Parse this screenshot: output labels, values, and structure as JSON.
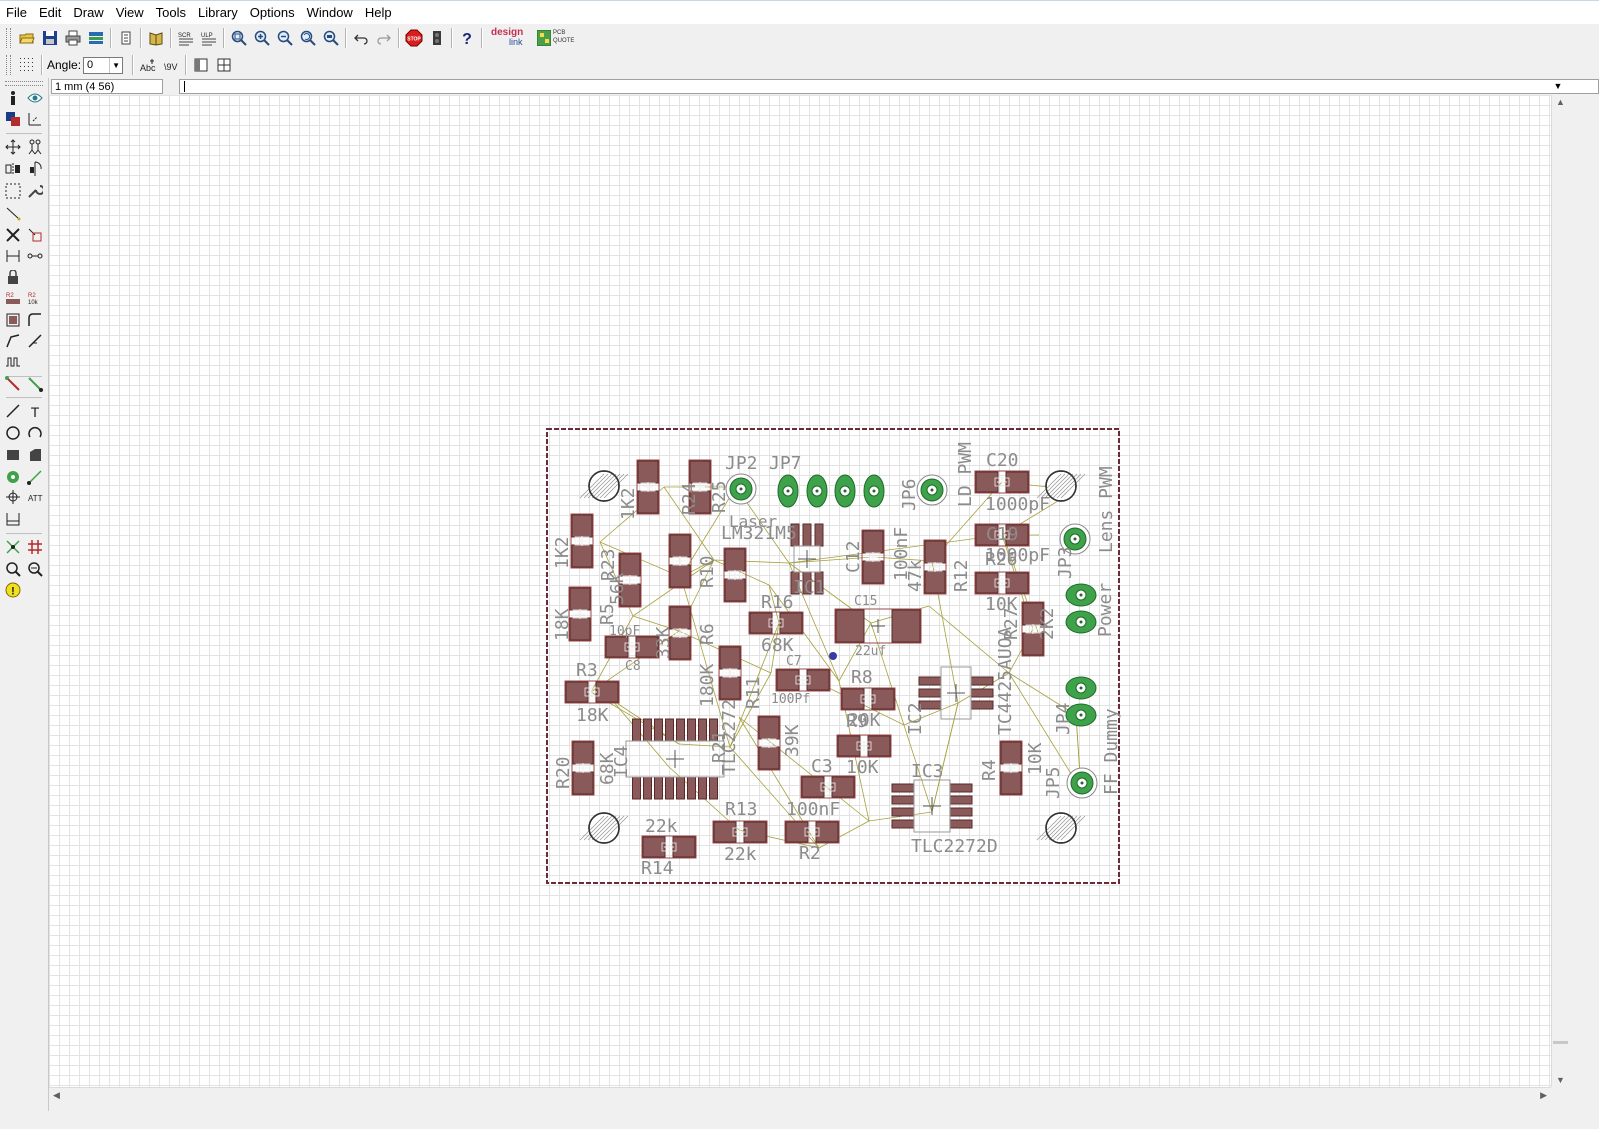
{
  "menubar": {
    "items": [
      "File",
      "Edit",
      "Draw",
      "View",
      "Tools",
      "Library",
      "Options",
      "Window",
      "Help"
    ]
  },
  "toolbar": {
    "tools": [
      "open-icon",
      "save-icon",
      "print-icon",
      "cam-icon",
      "use-icon",
      "library-icon",
      "script-icon",
      "ulp-icon",
      "zoom-fit-icon",
      "zoom-in-icon",
      "zoom-out-icon",
      "zoom-redraw-icon",
      "zoom-select-icon",
      "undo-icon",
      "redo-icon",
      "stop-icon",
      "go-icon",
      "help-icon"
    ],
    "designlink_label_top": "design",
    "designlink_label_bottom": "link",
    "pcbquote_label_top": "PCB",
    "pcbquote_label_bottom": "QUOTE"
  },
  "params_toolbar": {
    "angle_label": "Angle:",
    "angle_value": "0"
  },
  "status": {
    "coordinates": "1 mm (4 56)",
    "command": ""
  },
  "board": {
    "labels": [
      {
        "t": "JP2",
        "name": "label-jp2"
      },
      {
        "t": "JP7",
        "name": "label-jp7"
      },
      {
        "t": "JP6",
        "name": "label-jp6"
      },
      {
        "t": "LD PWM",
        "name": "label-ld-pwm"
      },
      {
        "t": "C20",
        "name": "label-c20"
      },
      {
        "t": "Lens PWM",
        "name": "label-lens-pwm"
      },
      {
        "t": "1K2",
        "name": "label-1k2-a"
      },
      {
        "t": "R23",
        "name": "label-r23"
      },
      {
        "t": "1K2",
        "name": "label-1k2-b"
      },
      {
        "t": "R25",
        "name": "label-r25"
      },
      {
        "t": "R24",
        "name": "label-r24"
      },
      {
        "t": "Laser",
        "name": "label-laser"
      },
      {
        "t": "LM321M5",
        "name": "label-lm321m5"
      },
      {
        "t": "IC1",
        "name": "label-ic1"
      },
      {
        "t": "C12",
        "name": "label-c12"
      },
      {
        "t": "100nF",
        "name": "label-100nf"
      },
      {
        "t": "47k",
        "name": "label-47k"
      },
      {
        "t": "R12",
        "name": "label-r12"
      },
      {
        "t": "1000pF",
        "name": "label-1000pf-a"
      },
      {
        "t": "C19",
        "name": "label-c19"
      },
      {
        "t": "1000pF",
        "name": "label-1000pf-b"
      },
      {
        "t": "JP3",
        "name": "label-jp3"
      },
      {
        "t": "18K",
        "name": "label-18k-a"
      },
      {
        "t": "R5",
        "name": "label-r5"
      },
      {
        "t": "56K",
        "name": "label-56k"
      },
      {
        "t": "10pF",
        "name": "label-10pf"
      },
      {
        "t": "C8",
        "name": "label-c8"
      },
      {
        "t": "33K",
        "name": "label-33k"
      },
      {
        "t": "R10",
        "name": "label-r10"
      },
      {
        "t": "R6",
        "name": "label-r6"
      },
      {
        "t": "R16",
        "name": "label-r16"
      },
      {
        "t": "68K",
        "name": "label-68k-a"
      },
      {
        "t": "C15",
        "name": "label-c15"
      },
      {
        "t": "22uf",
        "name": "label-22uf"
      },
      {
        "t": "R26",
        "name": "label-r26"
      },
      {
        "t": "10K",
        "name": "label-10k-a"
      },
      {
        "t": "R27",
        "name": "label-r27"
      },
      {
        "t": "2K2",
        "name": "label-2k2"
      },
      {
        "t": "Power",
        "name": "label-power"
      },
      {
        "t": "R3",
        "name": "label-r3"
      },
      {
        "t": "18K",
        "name": "label-18k-b"
      },
      {
        "t": "180K",
        "name": "label-180k"
      },
      {
        "t": "R11",
        "name": "label-r11"
      },
      {
        "t": "C7",
        "name": "label-c7"
      },
      {
        "t": "100Pf",
        "name": "label-100pf"
      },
      {
        "t": "R8",
        "name": "label-r8"
      },
      {
        "t": "20K",
        "name": "label-20k"
      },
      {
        "t": "R9",
        "name": "label-r9"
      },
      {
        "t": "IC2",
        "name": "label-ic2"
      },
      {
        "t": "TC4425AUOA",
        "name": "label-tc4425auoa"
      },
      {
        "t": "JP4",
        "name": "label-jp4"
      },
      {
        "t": "FF Dummy",
        "name": "label-ff-dummy"
      },
      {
        "t": "R20",
        "name": "label-r20"
      },
      {
        "t": "68K",
        "name": "label-68k-b"
      },
      {
        "t": "IC4",
        "name": "label-ic4"
      },
      {
        "t": "TLC2272",
        "name": "label-tlc2272-a"
      },
      {
        "t": "R21",
        "name": "label-r21"
      },
      {
        "t": "39K",
        "name": "label-39k"
      },
      {
        "t": "C3",
        "name": "label-c3"
      },
      {
        "t": "100nF",
        "name": "label-100nf-b"
      },
      {
        "t": "10K",
        "name": "label-10k-b"
      },
      {
        "t": "IC3",
        "name": "label-ic3"
      },
      {
        "t": "R4",
        "name": "label-r4"
      },
      {
        "t": "10K",
        "name": "label-10k-c"
      },
      {
        "t": "JP5",
        "name": "label-jp5"
      },
      {
        "t": "22k",
        "name": "label-22k-a"
      },
      {
        "t": "R13",
        "name": "label-r13"
      },
      {
        "t": "22k",
        "name": "label-22k-b"
      },
      {
        "t": "R2",
        "name": "label-r2"
      },
      {
        "t": "R14",
        "name": "label-r14"
      },
      {
        "t": "TLC2272D",
        "name": "label-tlc2272d"
      }
    ]
  },
  "colors": {
    "pad": "#8a5a5a",
    "pad_border": "#5a2828",
    "via_green": "#3ea24a",
    "label_gray": "#8c8c8c",
    "airwire": "#a6a03a",
    "outline": "#6b2a38"
  }
}
